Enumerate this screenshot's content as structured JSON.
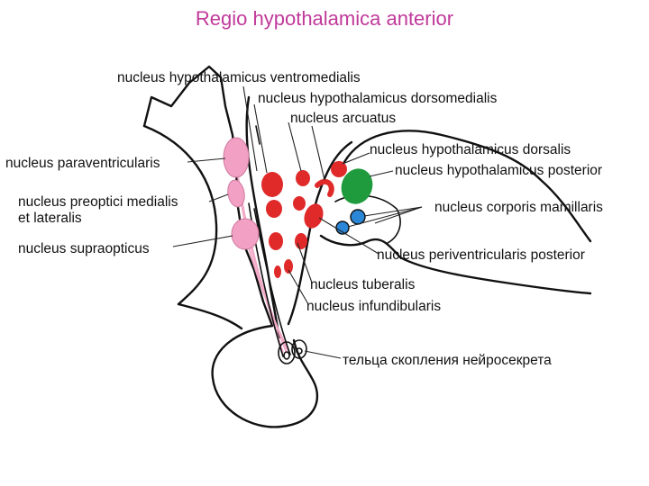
{
  "title": "Regio hypothalamica anterior",
  "colors": {
    "title": "#c0399a",
    "pink": "#f2a0c4",
    "red": "#e02a2a",
    "green": "#1f9a3c",
    "blue": "#2a86d6"
  },
  "labels": {
    "ventromedialis": "nucleus hypothalamicus ventromedialis",
    "dorsomedialis": "nucleus hypothalamicus dorsomedialis",
    "arcuatus": "nucleus arcuatus",
    "paraventricularis": "nucleus paraventricularis",
    "dorsalis": "nucleus hypothalamicus dorsalis",
    "posterior": "nucleus hypothalamicus posterior",
    "preoptici_1": "nucleus preoptici medialis",
    "preoptici_2": "et lateralis",
    "mamillaris": "nucleus corporis mamillaris",
    "supraopticus": "nucleus supraopticus",
    "periventricularis": "nucleus periventricularis posterior",
    "tuberalis": "nucleus tuberalis",
    "infundibularis": "nucleus infundibularis",
    "neurosecretion": "тельца скопления нейросекрета"
  }
}
